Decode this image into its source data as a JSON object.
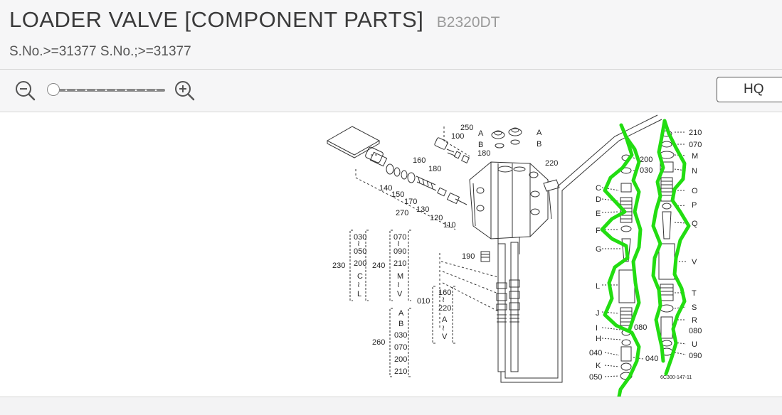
{
  "header": {
    "title": "LOADER VALVE [COMPONENT PARTS]",
    "model": "B2320DT",
    "serial": "S.No.>=31377 S.No.;>=31377"
  },
  "toolbar": {
    "zoom_out_icon": "zoom-out-icon",
    "zoom_in_icon": "zoom-in-icon",
    "zoom_level": 0,
    "hq_label": "HQ"
  },
  "diagram": {
    "left_callouts": {
      "n250": "250",
      "n100": "100",
      "n180a": "180",
      "n180b": "180",
      "n160": "160",
      "n140": "140",
      "n150": "150",
      "n170": "170",
      "n270": "270",
      "n130": "130",
      "n120": "120",
      "n110": "110",
      "n220": "220",
      "n190": "190",
      "A1": "A",
      "B1": "B",
      "A2": "A",
      "B2": "B"
    },
    "group_230": {
      "label": "230",
      "items": [
        "030",
        "≀",
        "050",
        "200",
        "C",
        "≀",
        "L"
      ]
    },
    "group_240": {
      "label": "240",
      "items": [
        "070",
        "≀",
        "090",
        "210",
        "M",
        "≀",
        "V"
      ]
    },
    "group_260": {
      "label": "260",
      "items": [
        "A",
        "B",
        "030",
        "070",
        "200",
        "210"
      ]
    },
    "group_010": {
      "label": "010",
      "items": [
        "160",
        "≀",
        "220",
        "A",
        "≀",
        "V"
      ]
    },
    "spool1_labels": [
      "C",
      "D",
      "E",
      "F",
      "G",
      "L",
      "J",
      "I",
      "H",
      "040",
      "K",
      "050"
    ],
    "spool1_right": {
      "n200": "200",
      "n030": "030",
      "n040": "040",
      "n080": "080"
    },
    "spool2_labels": [
      "210",
      "070",
      "M",
      "N",
      "O",
      "P",
      "Q",
      "V",
      "T",
      "S",
      "R",
      "080",
      "U",
      "090"
    ],
    "figure_code": "6C300-147-11"
  },
  "colors": {
    "annotation": "#22dd11",
    "line": "#333333"
  }
}
